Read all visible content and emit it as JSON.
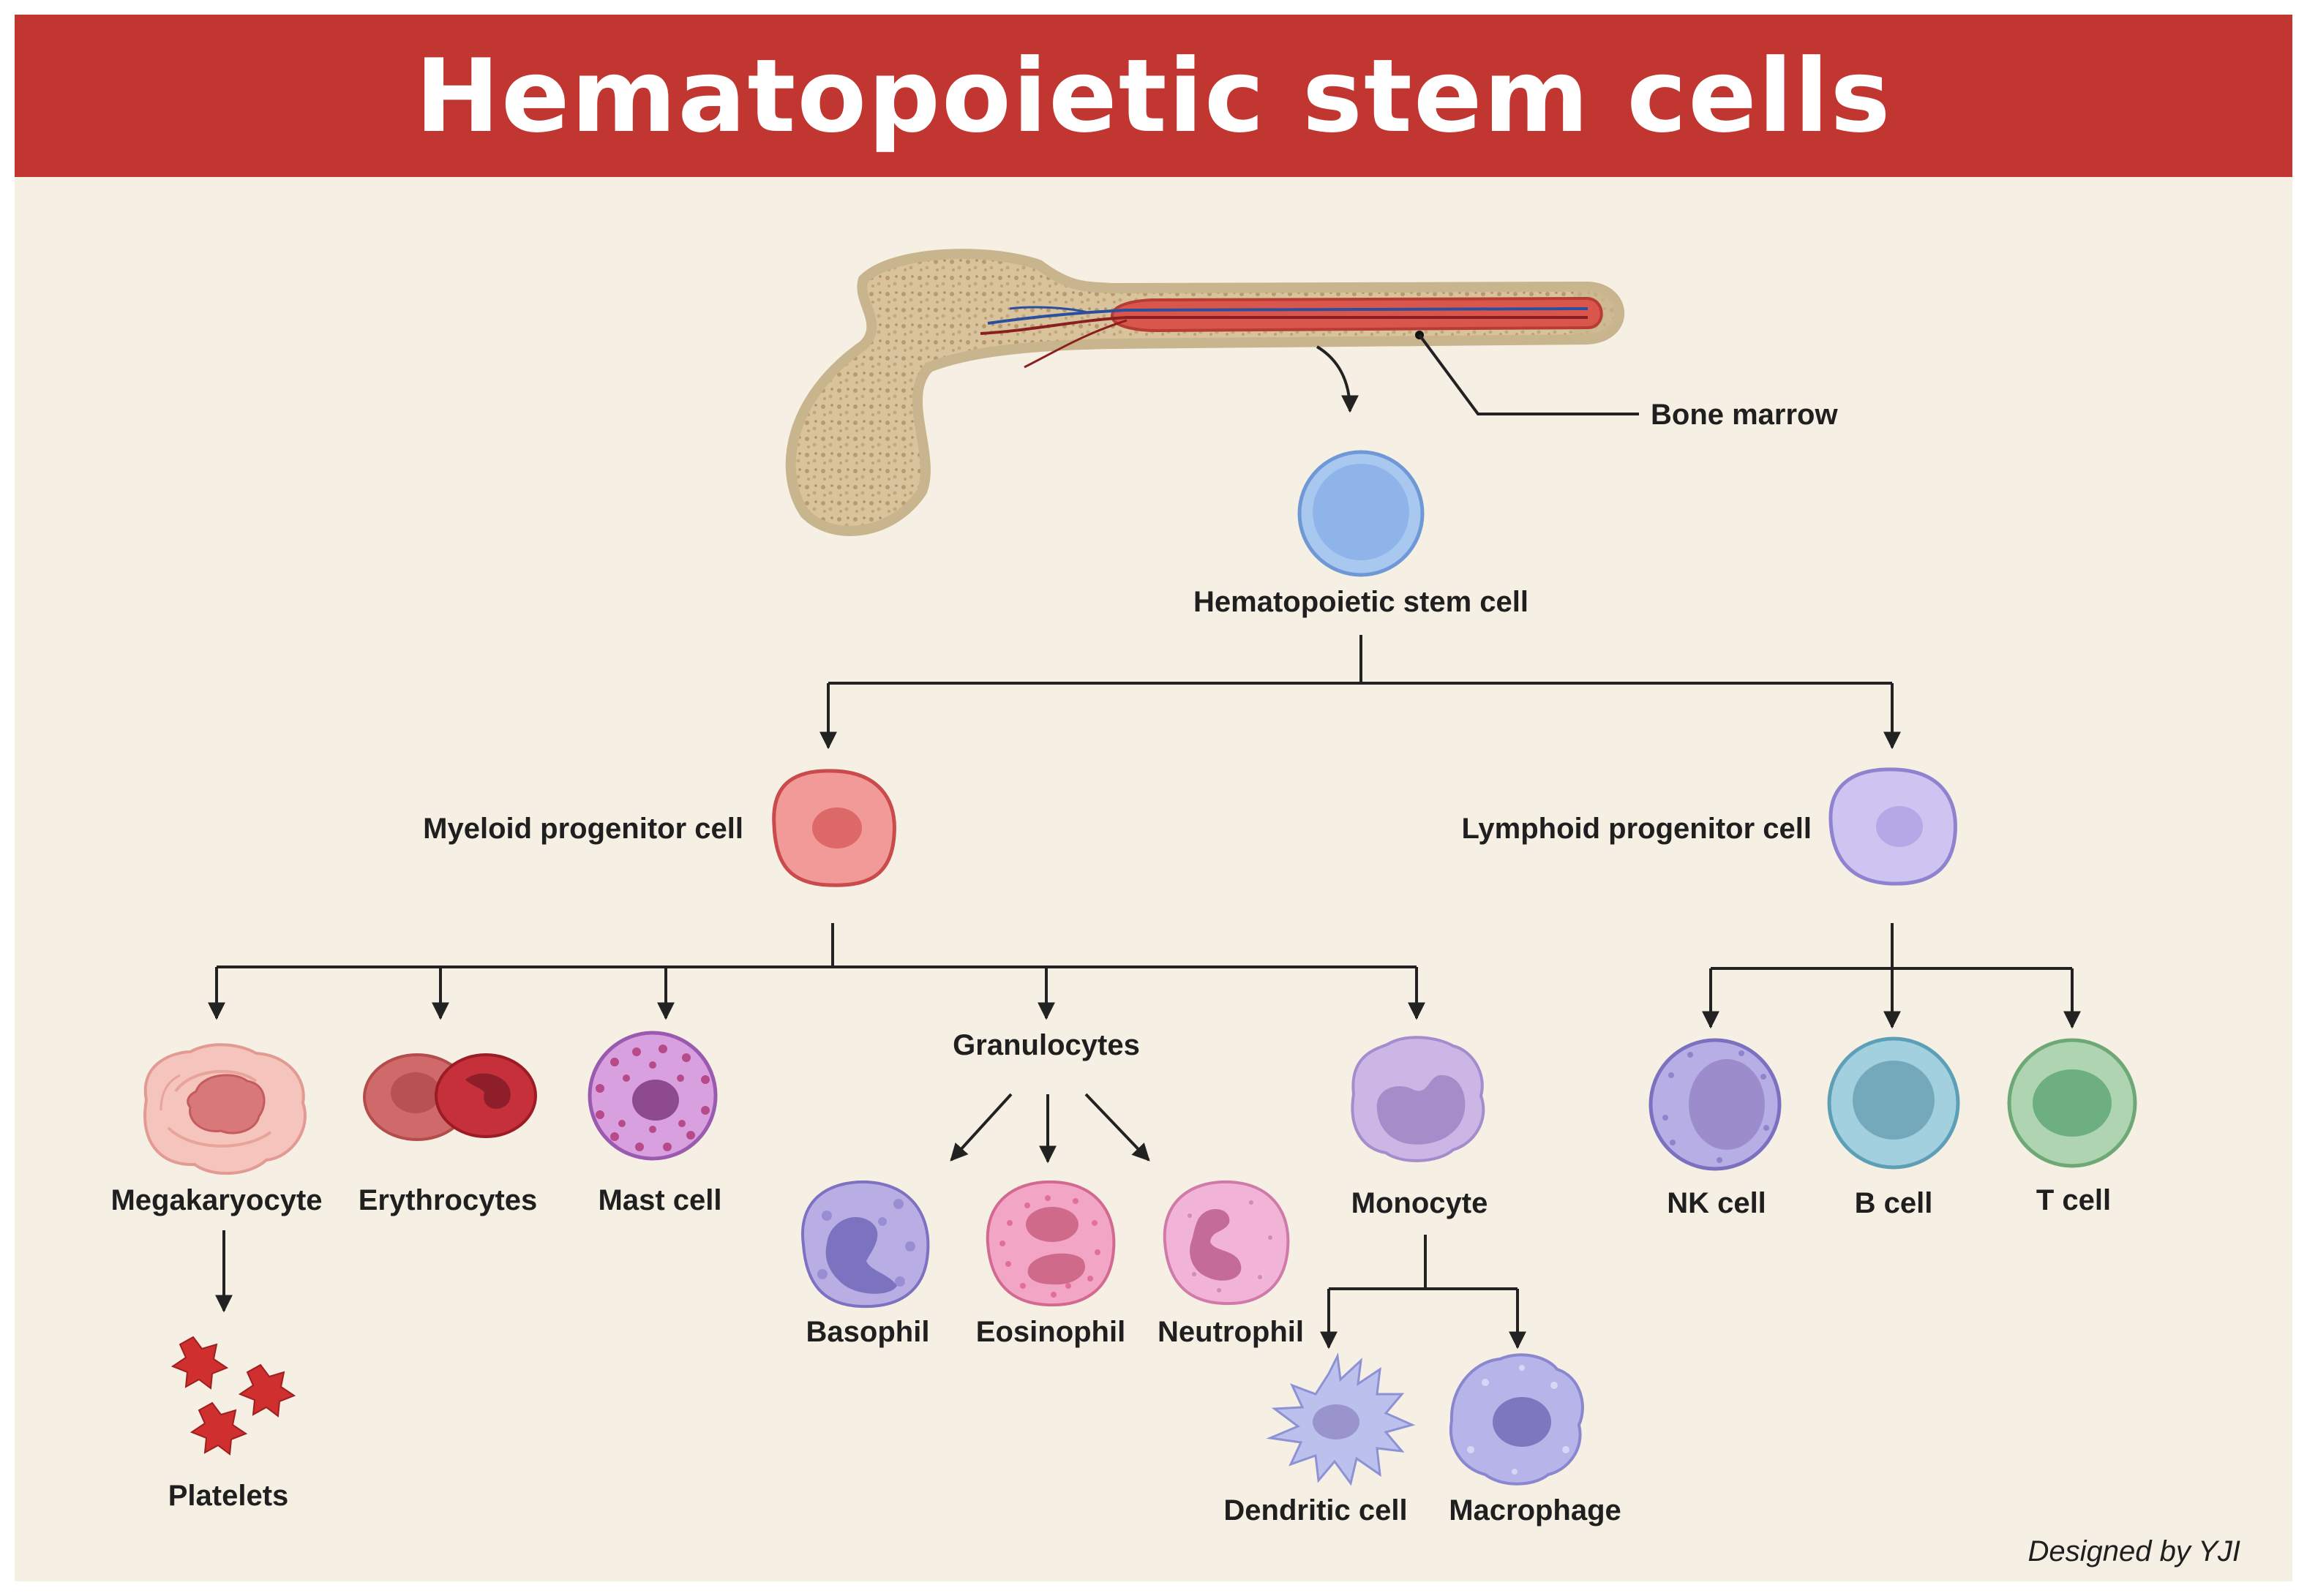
{
  "title": "Hematopoietic stem cells",
  "labels": {
    "bone_marrow": "Bone marrow",
    "hsc": "Hematopoietic stem cell",
    "myeloid": "Myeloid progenitor cell",
    "lymphoid": "Lymphoid progenitor cell",
    "megakaryocyte": "Megakaryocyte",
    "erythrocytes": "Erythrocytes",
    "mast_cell": "Mast cell",
    "granulocytes": "Granulocytes",
    "monocyte": "Monocyte",
    "nk_cell": "NK cell",
    "b_cell": "B cell",
    "t_cell": "T cell",
    "basophil": "Basophil",
    "eosinophil": "Eosinophil",
    "neutrophil": "Neutrophil",
    "platelets": "Platelets",
    "dendritic_cell": "Dendritic cell",
    "macrophage": "Macrophage"
  },
  "credit": "Designed by YJI",
  "colors": {
    "banner": "#c13630",
    "background": "#f5f0e3",
    "bone": "#dcc8a1",
    "marrow": "#d9564c",
    "hsc": "#a9c8f0",
    "myeloid": "#f19a97",
    "lymphoid": "#cdc4f1"
  }
}
